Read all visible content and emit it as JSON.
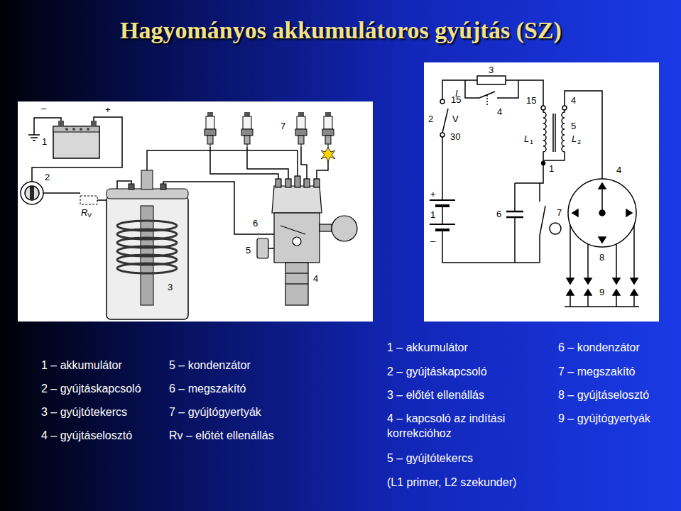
{
  "diagram": {
    "title": "Hagyományos akkumulátoros gyújtás (SZ)",
    "labels": [
      "–",
      "+",
      "1",
      "2",
      "R",
      "V",
      "7",
      "6",
      "5",
      "3",
      "4",
      "3",
      "I",
      "15",
      "2",
      "V",
      "30",
      "4",
      "15",
      "4",
      "5",
      "L",
      "1",
      "L",
      "2",
      "1",
      "+",
      "1",
      "–",
      "6",
      "7",
      "4",
      "8",
      "9",
      "1 – akkumulátor",
      "2 – gyújtáskapcsoló",
      "3 – gyújtótekercs",
      "4 – gyújtáselosztó",
      "5 – kondenzátor",
      "6 – megszakító",
      "7 – gyújtógyertyák",
      "Rv – előtét ellenállás",
      "1 – akkumulátor",
      "2 – gyújtáskapcsoló",
      "3 – előtét ellenállás",
      "4 – kapcsoló az indítási korrekcióhoz",
      "5 – gyújtótekercs",
      "(L1 primer, L2 szekunder)",
      "6 – kondenzátor",
      "7 – megszakító",
      "8 – gyújtáselosztó",
      "9 – gyújtógyertyák"
    ]
  }
}
